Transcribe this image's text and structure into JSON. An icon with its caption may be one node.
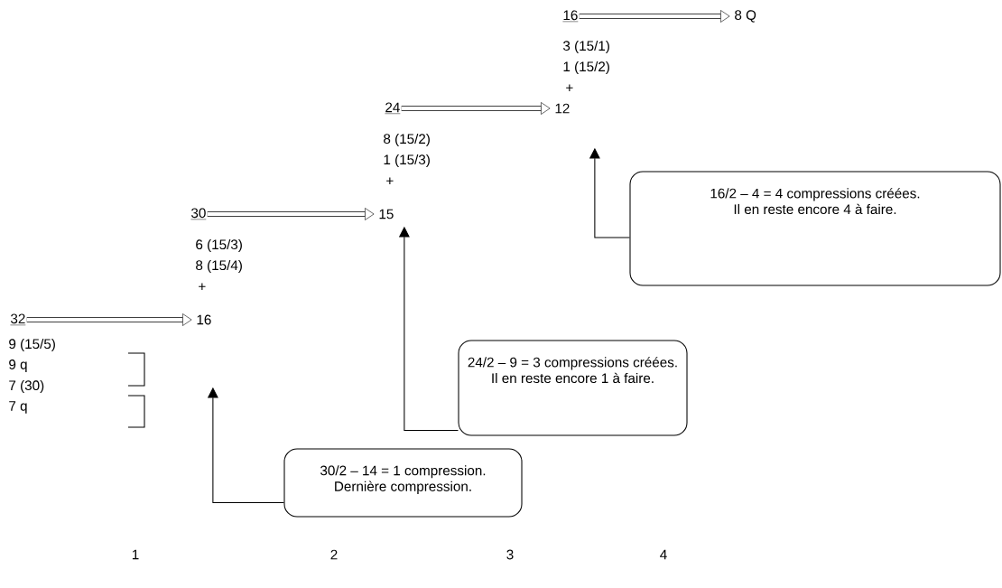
{
  "diagram": {
    "nodes": [
      {
        "text": [
          "32"
        ]
      },
      {
        "text": [
          "16"
        ]
      },
      {
        "text": [
          "30"
        ]
      },
      {
        "text": [
          "15"
        ]
      },
      {
        "text": [
          "24"
        ]
      },
      {
        "text": [
          "12"
        ]
      },
      {
        "text": [
          "16"
        ]
      },
      {
        "text": [
          "8 Q"
        ]
      },
      {
        "text": [
          "30/2 – 14 = 1 compression.",
          "Dernière compression."
        ]
      },
      {
        "text": [
          "24/2 – 9 = 3 compressions créées.",
          "Il en reste encore 1 à faire."
        ]
      },
      {
        "text": [
          "16/2 – 4 = 4 compressions créées.",
          "Il en reste encore 4 à faire."
        ]
      }
    ],
    "edges": [
      {
        "from": 0,
        "to": 1,
        "arrow": "to"
      },
      {
        "from": 2,
        "to": 3,
        "arrow": "to"
      },
      {
        "from": 4,
        "to": 5,
        "arrow": "to"
      },
      {
        "from": 6,
        "to": 7,
        "arrow": "to"
      },
      {
        "from": 8,
        "to": 1,
        "arrow": "to"
      },
      {
        "from": 9,
        "to": 3,
        "arrow": "to"
      },
      {
        "from": 10,
        "to": 5,
        "arrow": "to"
      }
    ],
    "labels": [
      "9 (15/5)",
      "9 q",
      "7 (30)",
      "7 q",
      "6 (15/3)",
      "8 (15/4)",
      "+",
      "8 (15/2)",
      "1 (15/3)",
      "+",
      "3 (15/1)",
      "1 (15/2)",
      "+",
      "1",
      "2",
      "3",
      "4"
    ]
  }
}
